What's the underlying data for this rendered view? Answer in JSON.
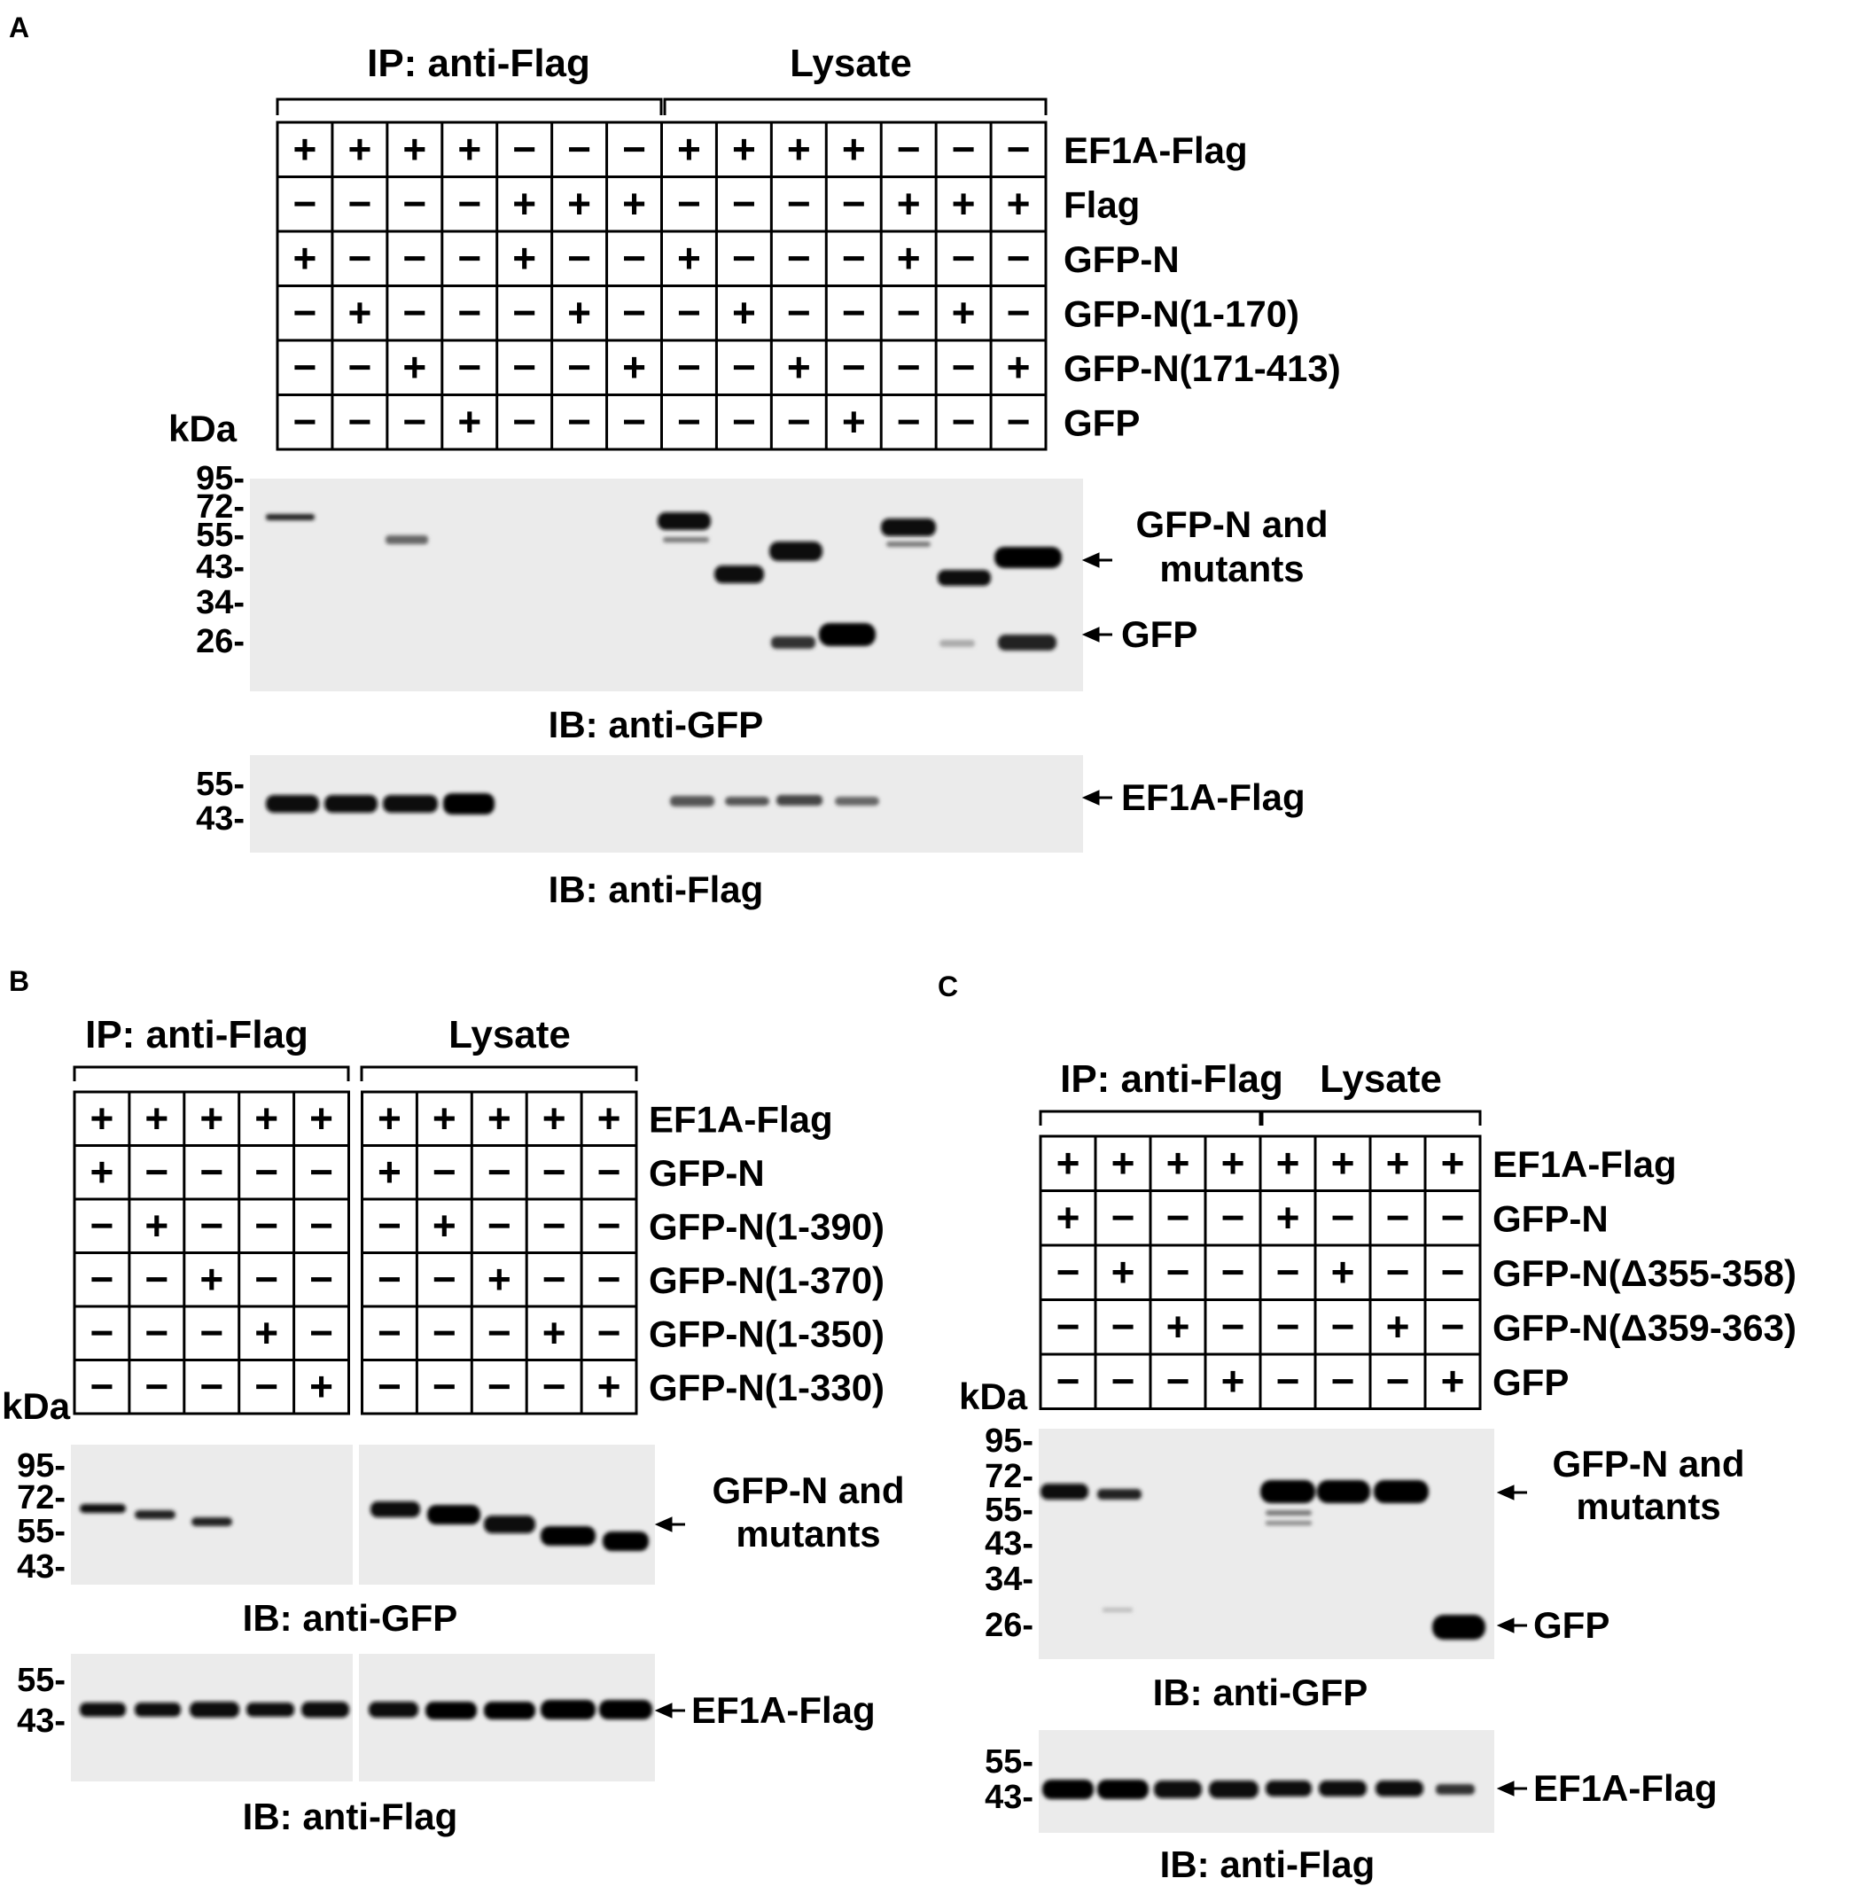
{
  "panels": [
    {
      "letter": "A",
      "groups": [
        "IP: anti-Flag",
        "Lysate"
      ],
      "rows": [
        {
          "label": "EF1A-Flag",
          "signs": [
            "+",
            "+",
            "+",
            "+",
            "−",
            "−",
            "−",
            "+",
            "+",
            "+",
            "+",
            "−",
            "−",
            "−"
          ]
        },
        {
          "label": "Flag",
          "signs": [
            "−",
            "−",
            "−",
            "−",
            "+",
            "+",
            "+",
            "−",
            "−",
            "−",
            "−",
            "+",
            "+",
            "+"
          ]
        },
        {
          "label": "GFP-N",
          "signs": [
            "+",
            "−",
            "−",
            "−",
            "+",
            "−",
            "−",
            "+",
            "−",
            "−",
            "−",
            "+",
            "−",
            "−"
          ]
        },
        {
          "label": "GFP-N(1-170)",
          "signs": [
            "−",
            "+",
            "−",
            "−",
            "−",
            "+",
            "−",
            "−",
            "+",
            "−",
            "−",
            "−",
            "+",
            "−"
          ]
        },
        {
          "label": "GFP-N(171-413)",
          "signs": [
            "−",
            "−",
            "+",
            "−",
            "−",
            "−",
            "+",
            "−",
            "−",
            "+",
            "−",
            "−",
            "−",
            "+"
          ]
        },
        {
          "label": "GFP",
          "signs": [
            "−",
            "−",
            "−",
            "+",
            "−",
            "−",
            "−",
            "−",
            "−",
            "−",
            "+",
            "−",
            "−",
            "−"
          ]
        }
      ],
      "kda": "kDa",
      "blots": [
        {
          "markers": [
            "95-",
            "72-",
            "55-",
            "43-",
            "34-",
            "26-"
          ],
          "ib": "IB: anti-GFP",
          "annotations": [
            {
              "line1": "GFP-N and",
              "line2": "mutants"
            },
            {
              "line1": "GFP",
              "line2": ""
            }
          ]
        },
        {
          "markers": [
            "55-",
            "43-"
          ],
          "ib": "IB: anti-Flag",
          "annotations": [
            {
              "line1": "EF1A-Flag",
              "line2": ""
            }
          ]
        }
      ]
    },
    {
      "letter": "B",
      "groups": [
        "IP: anti-Flag",
        "Lysate"
      ],
      "rows": [
        {
          "label": "EF1A-Flag",
          "signs": [
            "+",
            "+",
            "+",
            "+",
            "+",
            "+",
            "+",
            "+",
            "+",
            "+"
          ]
        },
        {
          "label": "GFP-N",
          "signs": [
            "+",
            "−",
            "−",
            "−",
            "−",
            "+",
            "−",
            "−",
            "−",
            "−"
          ]
        },
        {
          "label": "GFP-N(1-390)",
          "signs": [
            "−",
            "+",
            "−",
            "−",
            "−",
            "−",
            "+",
            "−",
            "−",
            "−"
          ]
        },
        {
          "label": "GFP-N(1-370)",
          "signs": [
            "−",
            "−",
            "+",
            "−",
            "−",
            "−",
            "−",
            "+",
            "−",
            "−"
          ]
        },
        {
          "label": "GFP-N(1-350)",
          "signs": [
            "−",
            "−",
            "−",
            "+",
            "−",
            "−",
            "−",
            "−",
            "+",
            "−"
          ]
        },
        {
          "label": "GFP-N(1-330)",
          "signs": [
            "−",
            "−",
            "−",
            "−",
            "+",
            "−",
            "−",
            "−",
            "−",
            "+"
          ]
        }
      ],
      "kda": "kDa",
      "blots": [
        {
          "markers": [
            "95-",
            "72-",
            "55-",
            "43-"
          ],
          "ib": "IB: anti-GFP",
          "annotations": [
            {
              "line1": "GFP-N and",
              "line2": "mutants"
            }
          ]
        },
        {
          "markers": [
            "55-",
            "43-"
          ],
          "ib": "IB: anti-Flag",
          "annotations": [
            {
              "line1": "EF1A-Flag",
              "line2": ""
            }
          ]
        }
      ]
    },
    {
      "letter": "C",
      "groups": [
        "IP: anti-Flag",
        "Lysate"
      ],
      "rows": [
        {
          "label": "EF1A-Flag",
          "signs": [
            "+",
            "+",
            "+",
            "+",
            "+",
            "+",
            "+",
            "+"
          ]
        },
        {
          "label": "GFP-N",
          "signs": [
            "+",
            "−",
            "−",
            "−",
            "+",
            "−",
            "−",
            "−"
          ]
        },
        {
          "label": "GFP-N(Δ355-358)",
          "signs": [
            "−",
            "+",
            "−",
            "−",
            "−",
            "+",
            "−",
            "−"
          ]
        },
        {
          "label": "GFP-N(Δ359-363)",
          "signs": [
            "−",
            "−",
            "+",
            "−",
            "−",
            "−",
            "+",
            "−"
          ]
        },
        {
          "label": "GFP",
          "signs": [
            "−",
            "−",
            "−",
            "+",
            "−",
            "−",
            "−",
            "+"
          ]
        }
      ],
      "kda": "kDa",
      "blots": [
        {
          "markers": [
            "95-",
            "72-",
            "55-",
            "43-",
            "34-",
            "26-"
          ],
          "ib": "IB: anti-GFP",
          "annotations": [
            {
              "line1": "GFP-N and",
              "line2": "mutants"
            },
            {
              "line1": "GFP",
              "line2": ""
            }
          ]
        },
        {
          "markers": [
            "55-",
            "43-"
          ],
          "ib": "IB: anti-Flag",
          "annotations": [
            {
              "line1": "EF1A-Flag",
              "line2": ""
            }
          ]
        }
      ]
    }
  ]
}
